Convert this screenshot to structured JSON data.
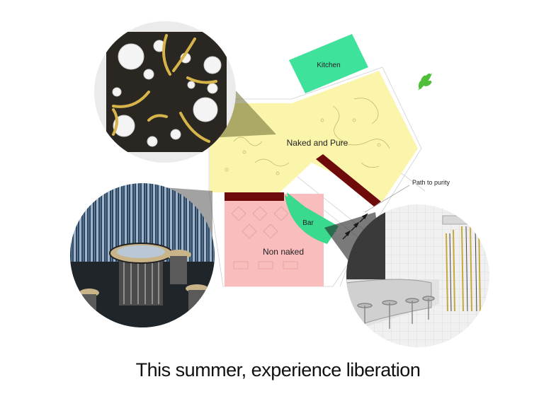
{
  "zones": {
    "kitchen": "Kitchen",
    "naked": "Naked and Pure",
    "bar": "Bar",
    "non_naked": "Non naked",
    "path": "Path to purity"
  },
  "caption": "This summer, experience liberation",
  "colors": {
    "naked_zone": "#fbf3a6",
    "non_naked_zone": "#f9b9b9",
    "kitchen_zone": "#3ee29a",
    "bar_zone": "#39d98e",
    "divider": "#6e0a0a",
    "plant_icon": "#4fbf3a"
  },
  "icons": [
    "plant-icon",
    "path-arrow-icon"
  ]
}
